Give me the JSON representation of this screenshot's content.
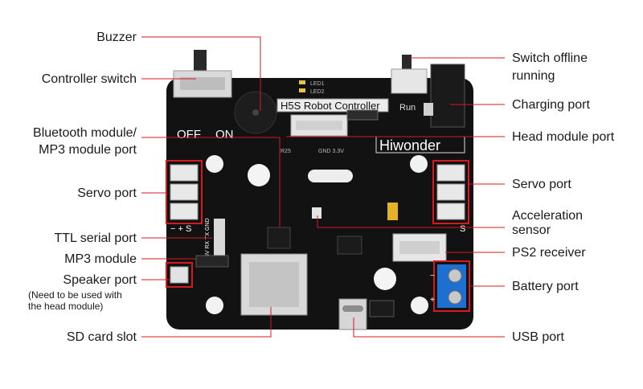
{
  "labels": {
    "buzzer": "Buzzer",
    "controller_switch": "Controller switch",
    "bt_line1": "Bluetooth module/",
    "bt_line2": "MP3 module port",
    "servo_port_left": "Servo port",
    "ttl_serial_port": "TTL serial port",
    "mp3_module": "MP3 module",
    "speaker_port": "Speaker port",
    "speaker_note_1": "(Need to be used with",
    "speaker_note_2": "the head module)",
    "sd_card_slot": "SD card slot",
    "switch_offline_1": "Switch offline",
    "switch_offline_2": "running",
    "charging_port": "Charging port",
    "head_module_port": "Head module port",
    "servo_port_right": "Servo port",
    "accel_1": "Acceleration",
    "accel_2": "sensor",
    "ps2_receiver": "PS2 receiver",
    "battery_port": "Battery port",
    "usb_port": "USB port"
  },
  "board": {
    "title": "H5S Robot Controller",
    "brand": "Hiwonder",
    "run": "Run",
    "off": "OFF",
    "on": "ON",
    "led1": "LED1",
    "led2": "LED2",
    "r25": "R25",
    "gnd_3v3": "GND 3.3V",
    "ttl_pins": "5V RX TX GND",
    "servo_sign": "− + S",
    "servo_sign_right": "S",
    "battery_minus": "−",
    "battery_plus": "+"
  },
  "colors": {
    "pcb": "#111111",
    "highlight": "#d71920",
    "leader": "#d71920",
    "terminal": "#1f6fd1"
  }
}
